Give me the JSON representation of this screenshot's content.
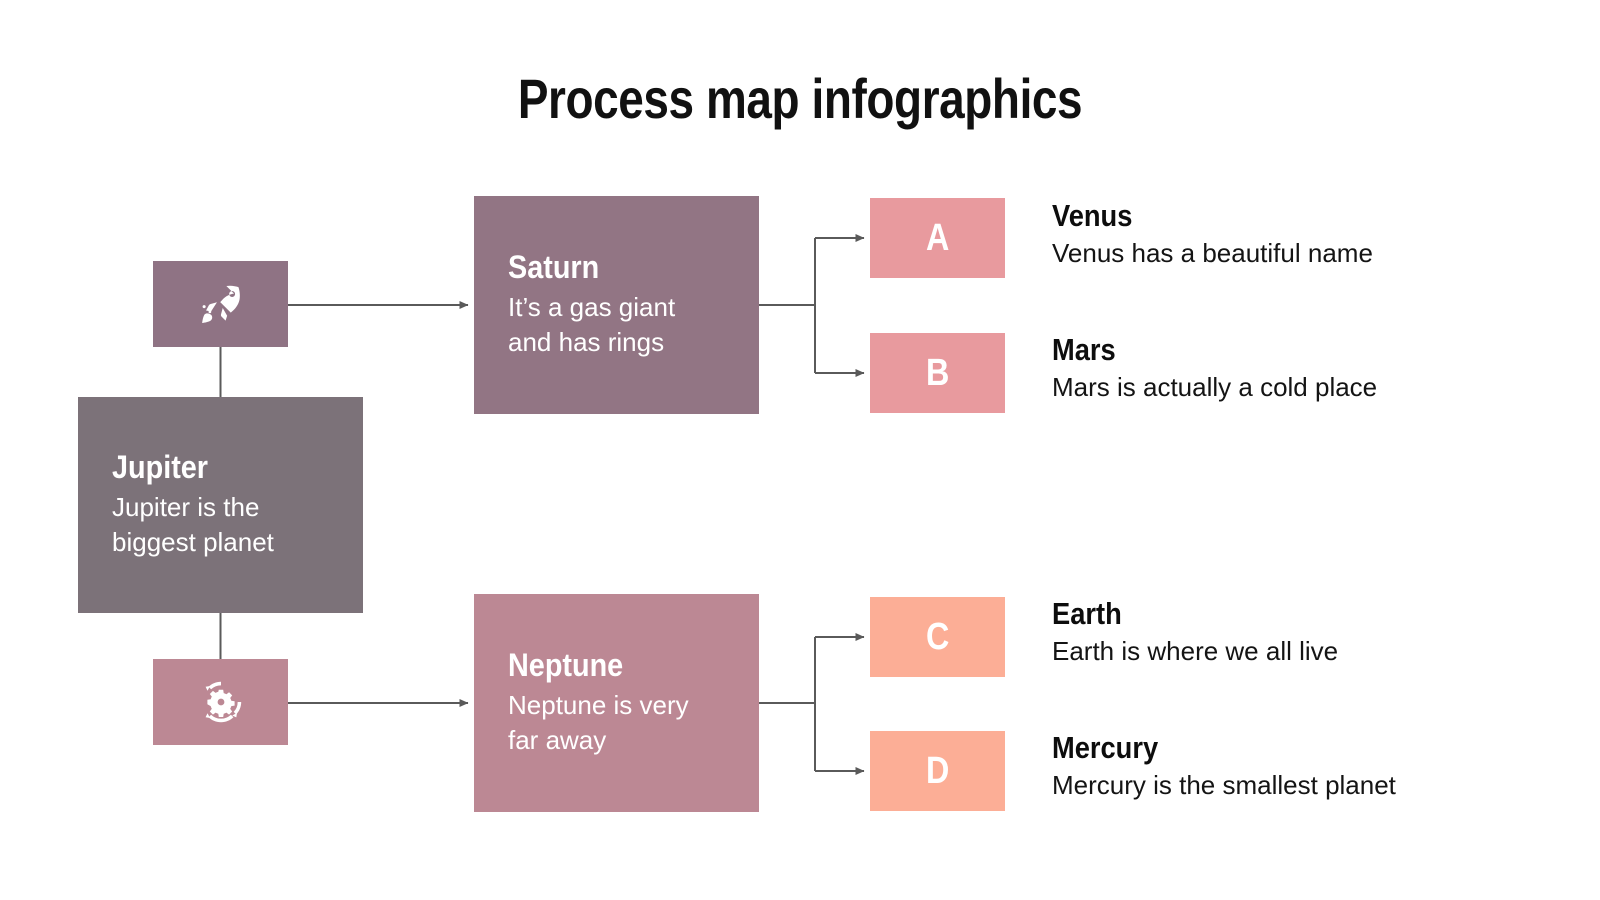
{
  "page": {
    "title": "Process map infographics",
    "background": "#ffffff"
  },
  "colors": {
    "saturn_box": "#927584",
    "jupiter_box": "#7c7279",
    "rocket_box": "#8f7384",
    "neptune_box": "#bc8894",
    "gear_box": "#bc8894",
    "badge_ab": "#e89a9e",
    "badge_cd": "#fcae96",
    "connector_line": "#5a5a5a",
    "title_text": "#111111",
    "box_text": "#ffffff",
    "caption_title": "#0d0d0d",
    "caption_desc": "#141414"
  },
  "nodes": {
    "rocket": {
      "icon": "rocket-icon"
    },
    "gear": {
      "icon": "gear-process-icon"
    },
    "jupiter": {
      "title": "Jupiter",
      "desc_line1": "Jupiter is the",
      "desc_line2": "biggest planet"
    },
    "saturn": {
      "title": "Saturn",
      "desc_line1": "It’s a gas giant",
      "desc_line2": "and has rings"
    },
    "neptune": {
      "title": "Neptune",
      "desc_line1": "Neptune is very",
      "desc_line2": "far away"
    }
  },
  "branches": [
    {
      "badge": "A",
      "title": "Venus",
      "desc": "Venus has a beautiful name"
    },
    {
      "badge": "B",
      "title": "Mars",
      "desc": "Mars is actually a cold place"
    },
    {
      "badge": "C",
      "title": "Earth",
      "desc": "Earth is where we all live"
    },
    {
      "badge": "D",
      "title": "Mercury",
      "desc": "Mercury is the smallest planet"
    }
  ]
}
